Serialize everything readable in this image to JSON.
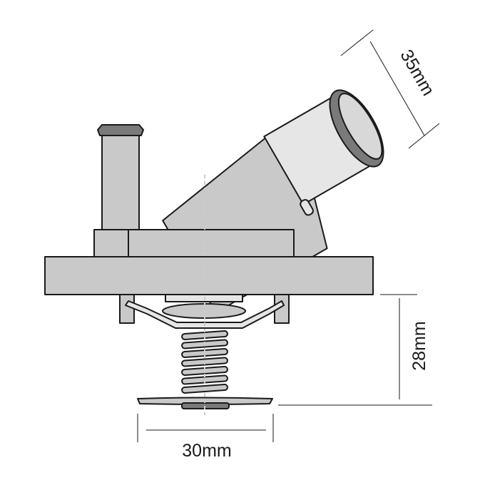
{
  "dimensions": {
    "outlet_diameter": "35mm",
    "valve_height": "28mm",
    "valve_width": "30mm"
  },
  "colors": {
    "body_gray": "#c9c9c9",
    "light_gray": "#e6e6e6",
    "seal_gray": "#7a7a7a",
    "outline": "#1a1a1a"
  }
}
